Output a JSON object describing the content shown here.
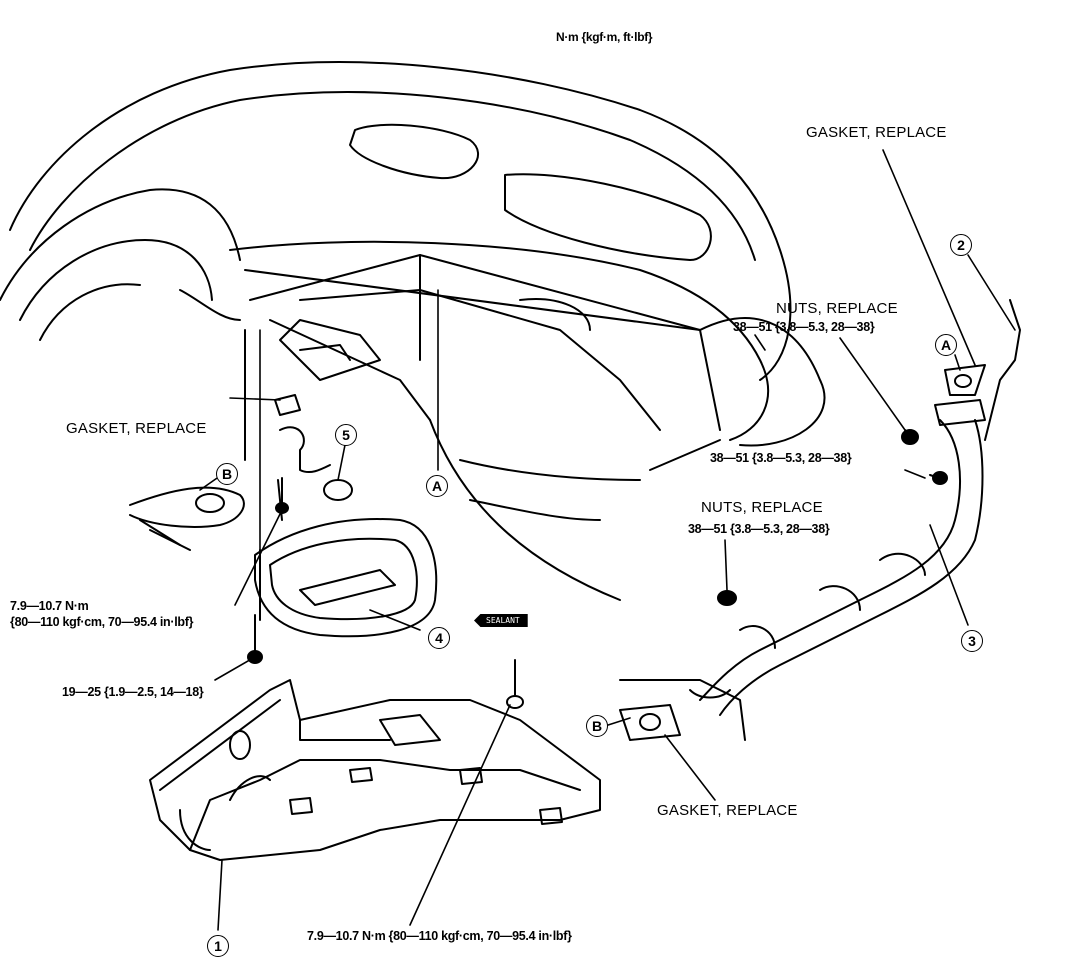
{
  "diagram": {
    "units_header": "N·m {kgf·m, ft·lbf}",
    "labels": {
      "gasket_top_right": "GASKET, REPLACE",
      "gasket_left": "GASKET, REPLACE",
      "gasket_bottom": "GASKET, REPLACE",
      "nuts_upper": "NUTS, REPLACE",
      "nuts_lower": "NUTS, REPLACE"
    },
    "torques": {
      "nuts_upper": "38—51 {3.8—5.3, 28—38}",
      "middle_right": "38—51 {3.8—5.3, 28—38}",
      "nuts_lower": "38—51 {3.8—5.3, 28—38}",
      "left_line1": "7.9—10.7 N·m",
      "left_line2": "{80—110 kgf·cm, 70—95.4 in·lbf}",
      "left_bolt": "19—25 {1.9—2.5, 14—18}",
      "bottom": "7.9—10.7 N·m {80—110 kgf·cm, 70—95.4 in·lbf}"
    },
    "callouts": {
      "part1": "1",
      "part2": "2",
      "part3": "3",
      "part4": "4",
      "part5": "5",
      "ref_a_top": "A",
      "ref_a_center": "A",
      "ref_b_left": "B",
      "ref_b_bottom": "B"
    },
    "sealant_tag": "SEALANT"
  }
}
